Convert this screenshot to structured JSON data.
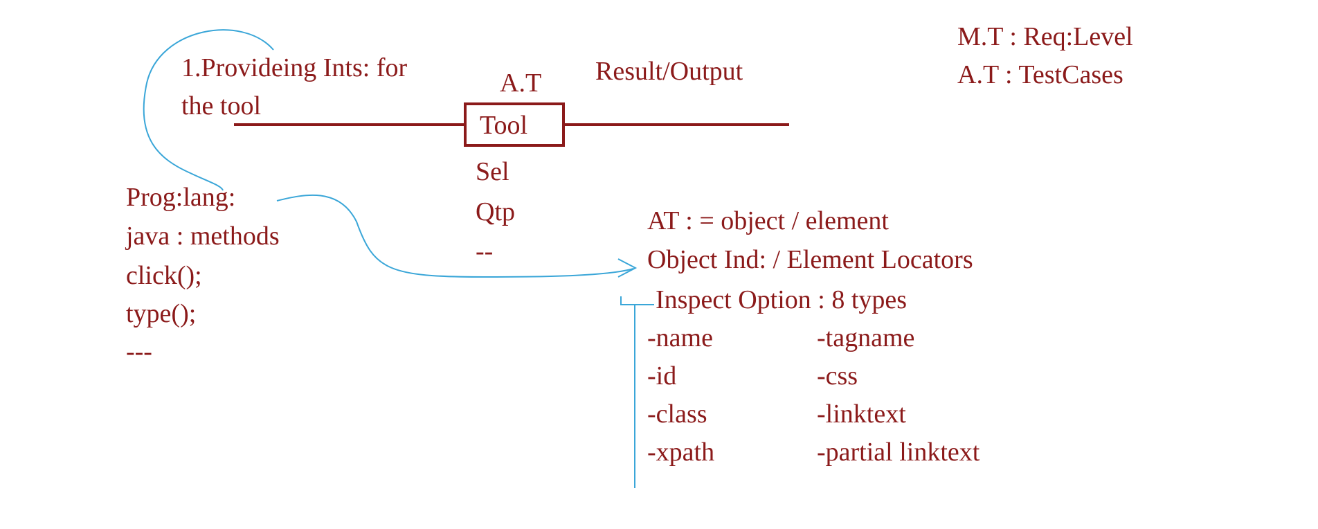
{
  "colors": {
    "ink": "#8b1a1a",
    "annotation": "#3aa6d8",
    "background": "#ffffff"
  },
  "legend": {
    "line1": "M.T : Req:Level",
    "line2": "A.T  : TestCases"
  },
  "flow": {
    "input_line1": "1.Provideing Ints: for",
    "input_line2": "the tool",
    "at_label": "A.T",
    "tool_label": "Tool",
    "output_label": "Result/Output"
  },
  "tools": {
    "items": [
      "Sel",
      "Qtp",
      "--"
    ]
  },
  "prog": {
    "lines": [
      "Prog:lang:",
      "java : methods",
      "click();",
      "type();",
      "---"
    ]
  },
  "locators": {
    "heading1": "AT : = object / element",
    "heading2": "Object Ind: / Element Locators",
    "heading3": "Inspect Option : 8 types",
    "left_column": [
      "-name",
      "-id",
      "-class",
      "-xpath"
    ],
    "right_column": [
      "-tagname",
      "-css",
      "-linktext",
      "-partial linktext"
    ]
  }
}
